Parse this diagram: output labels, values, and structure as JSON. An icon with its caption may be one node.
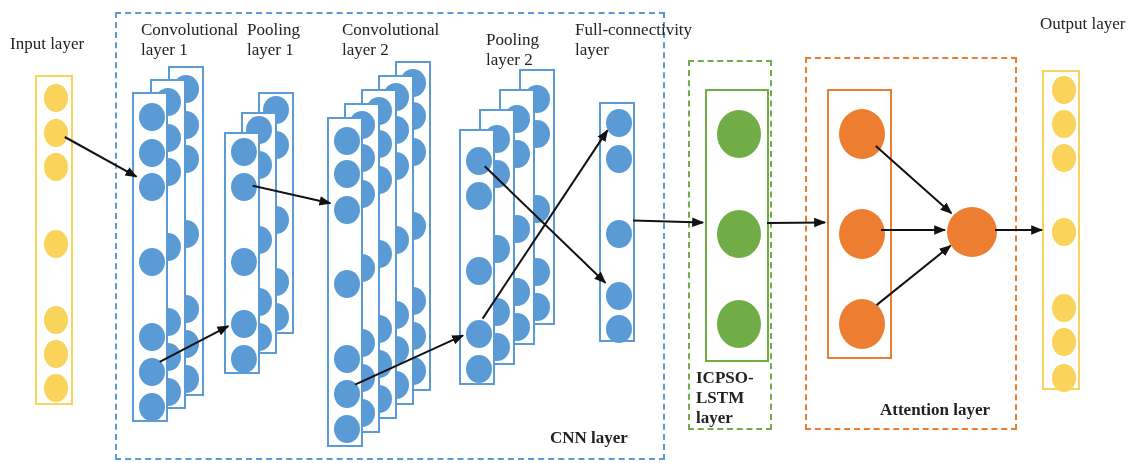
{
  "diagram": {
    "nodes": [
      {
        "text": [
          "Input layer"
        ]
      },
      {
        "text": [],
        "shape": "circle",
        "in": 0
      },
      {
        "text": [],
        "shape": "circle",
        "in": 0
      },
      {
        "text": [],
        "shape": "circle",
        "in": 0
      },
      {
        "text": [],
        "shape": "circle",
        "in": 0
      },
      {
        "text": [],
        "shape": "circle",
        "in": 0
      },
      {
        "text": [],
        "shape": "circle",
        "in": 0
      },
      {
        "text": [],
        "shape": "circle",
        "in": 0
      },
      {
        "text": [
          "CNN layer"
        ]
      },
      {
        "text": [
          "Convolutional layer 1"
        ],
        "in": 8
      },
      {
        "text": [],
        "shape": "circle",
        "in": 9
      },
      {
        "text": [],
        "shape": "circle",
        "in": 9
      },
      {
        "text": [],
        "shape": "circle",
        "in": 9
      },
      {
        "text": [],
        "shape": "circle",
        "in": 9
      },
      {
        "text": [],
        "shape": "circle",
        "in": 9
      },
      {
        "text": [],
        "shape": "circle",
        "in": 9
      },
      {
        "text": [],
        "shape": "circle",
        "in": 9
      },
      {
        "text": [
          "Pooling layer 1"
        ],
        "in": 8
      },
      {
        "text": [],
        "shape": "circle",
        "in": 17
      },
      {
        "text": [],
        "shape": "circle",
        "in": 17
      },
      {
        "text": [],
        "shape": "circle",
        "in": 17
      },
      {
        "text": [],
        "shape": "circle",
        "in": 17
      },
      {
        "text": [],
        "shape": "circle",
        "in": 17
      },
      {
        "text": [
          "Convolutional layer 2"
        ],
        "in": 8
      },
      {
        "text": [],
        "shape": "circle",
        "in": 23
      },
      {
        "text": [],
        "shape": "circle",
        "in": 23
      },
      {
        "text": [],
        "shape": "circle",
        "in": 23
      },
      {
        "text": [],
        "shape": "circle",
        "in": 23
      },
      {
        "text": [],
        "shape": "circle",
        "in": 23
      },
      {
        "text": [],
        "shape": "circle",
        "in": 23
      },
      {
        "text": [],
        "shape": "circle",
        "in": 23
      },
      {
        "text": [
          "Pooling layer 2"
        ],
        "in": 8
      },
      {
        "text": [],
        "shape": "circle",
        "in": 31
      },
      {
        "text": [],
        "shape": "circle",
        "in": 31
      },
      {
        "text": [],
        "shape": "circle",
        "in": 31
      },
      {
        "text": [],
        "shape": "circle",
        "in": 31
      },
      {
        "text": [],
        "shape": "circle",
        "in": 31
      },
      {
        "text": [
          "Full-connectivity layer"
        ],
        "in": 8
      },
      {
        "text": [],
        "shape": "circle",
        "in": 37
      },
      {
        "text": [],
        "shape": "circle",
        "in": 37
      },
      {
        "text": [],
        "shape": "circle",
        "in": 37
      },
      {
        "text": [],
        "shape": "circle",
        "in": 37
      },
      {
        "text": [],
        "shape": "circle",
        "in": 37
      },
      {
        "text": [
          "ICPSO-LSTM layer"
        ]
      },
      {
        "text": [],
        "shape": "box",
        "in": 43
      },
      {
        "text": [],
        "shape": "circle",
        "in": 44
      },
      {
        "text": [],
        "shape": "circle",
        "in": 44
      },
      {
        "text": [],
        "shape": "circle",
        "in": 44
      },
      {
        "text": [
          "Attention layer"
        ]
      },
      {
        "text": [],
        "shape": "box",
        "in": 48
      },
      {
        "text": [],
        "shape": "circle",
        "in": 49
      },
      {
        "text": [],
        "shape": "circle",
        "in": 49
      },
      {
        "text": [],
        "shape": "circle",
        "in": 49
      },
      {
        "text": [],
        "shape": "circle",
        "in": 48
      },
      {
        "text": [
          "Output layer"
        ]
      },
      {
        "text": [],
        "shape": "circle",
        "in": 54
      },
      {
        "text": [],
        "shape": "circle",
        "in": 54
      },
      {
        "text": [],
        "shape": "circle",
        "in": 54
      },
      {
        "text": [],
        "shape": "circle",
        "in": 54
      },
      {
        "text": [],
        "shape": "circle",
        "in": 54
      },
      {
        "text": [],
        "shape": "circle",
        "in": 54
      },
      {
        "text": [],
        "shape": "circle",
        "in": 54
      }
    ],
    "edges": [
      {
        "from": 2,
        "to": 12,
        "arrow": "to"
      },
      {
        "from": 15,
        "to": 21,
        "arrow": "to"
      },
      {
        "from": 19,
        "to": 26,
        "arrow": "to"
      },
      {
        "from": 29,
        "to": 35,
        "arrow": "to"
      },
      {
        "from": 32,
        "to": 41,
        "arrow": "to"
      },
      {
        "from": 35,
        "to": 38,
        "arrow": "to"
      },
      {
        "from": 37,
        "to": 44,
        "arrow": "to"
      },
      {
        "from": 44,
        "to": 49,
        "arrow": "to"
      },
      {
        "from": 50,
        "to": 53,
        "arrow": "to"
      },
      {
        "from": 51,
        "to": 53,
        "arrow": "to"
      },
      {
        "from": 52,
        "to": 53,
        "arrow": "to"
      },
      {
        "from": 53,
        "to": 54,
        "arrow": "to"
      }
    ]
  }
}
